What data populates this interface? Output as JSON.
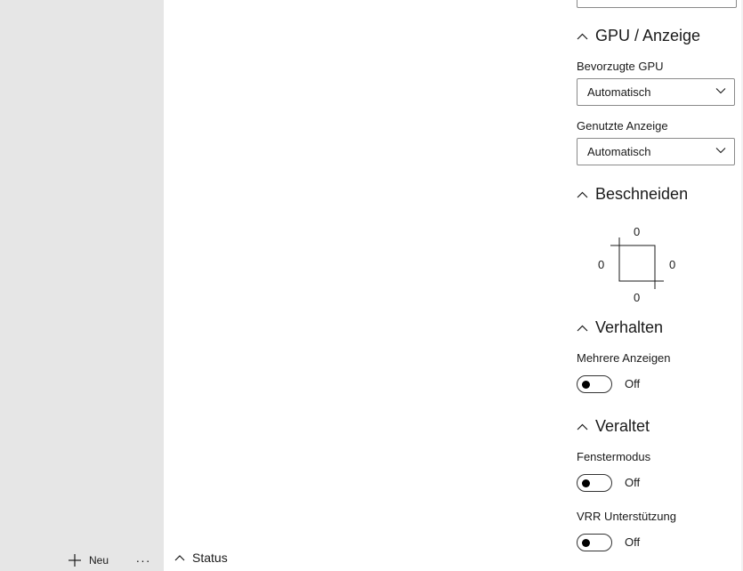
{
  "sidebar": {
    "new_label": "Neu",
    "more_label": "···"
  },
  "status": {
    "label": "Status"
  },
  "sections": {
    "gpu": {
      "title": "GPU / Anzeige",
      "preferred_gpu_label": "Bevorzugte GPU",
      "preferred_gpu_value": "Automatisch",
      "used_display_label": "Genutzte Anzeige",
      "used_display_value": "Automatisch"
    },
    "crop": {
      "title": "Beschneiden",
      "top": "0",
      "left": "0",
      "right": "0",
      "bottom": "0"
    },
    "behavior": {
      "title": "Verhalten",
      "multiple_displays_label": "Mehrere Anzeigen",
      "multiple_displays_state": "Off"
    },
    "legacy": {
      "title": "Veraltet",
      "window_mode_label": "Fenstermodus",
      "window_mode_state": "Off",
      "vrr_label": "VRR Unterstützung",
      "vrr_state": "Off"
    }
  },
  "icons": {
    "chevron_up": "chevron-up-icon",
    "chevron_down": "chevron-down-icon",
    "plus": "plus-icon"
  }
}
